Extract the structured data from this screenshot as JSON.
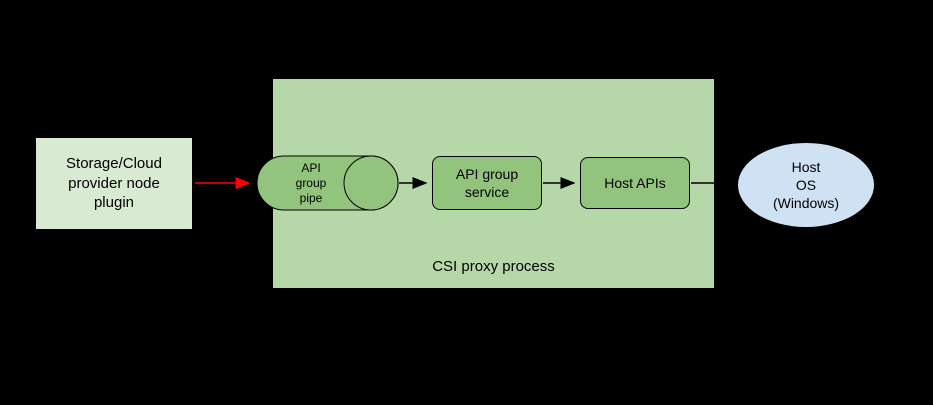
{
  "diagram": {
    "background_color": "#000000",
    "nodes": {
      "plugin": {
        "label": "Storage/Cloud\nprovider node\nplugin",
        "fill": "#d9ead3"
      },
      "container": {
        "label": "CSI proxy process",
        "fill": "#b6d7a8"
      },
      "pipe": {
        "label": "API\ngroup\npipe",
        "fill": "#93c47d"
      },
      "service": {
        "label": "API group\nservice",
        "fill": "#93c47d"
      },
      "host_apis": {
        "label": "Host APIs",
        "fill": "#93c47d"
      },
      "host_os": {
        "label": "Host\nOS\n(Windows)",
        "fill": "#cfe2f3"
      }
    },
    "edges": [
      {
        "from": "plugin",
        "to": "pipe",
        "color": "#ff0000",
        "arrow": true
      },
      {
        "from": "pipe",
        "to": "service",
        "color": "#000000",
        "arrow": true
      },
      {
        "from": "service",
        "to": "host_apis",
        "color": "#000000",
        "arrow": true
      },
      {
        "from": "host_apis",
        "to": "host_os",
        "color": "#000000",
        "arrow": false
      }
    ]
  }
}
